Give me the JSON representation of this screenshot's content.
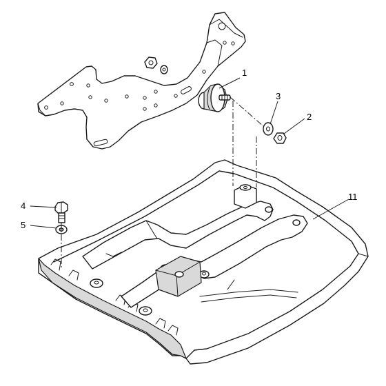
{
  "callouts": [
    {
      "id": "1",
      "label": "1"
    },
    {
      "id": "2",
      "label": "2"
    },
    {
      "id": "3",
      "label": "3"
    },
    {
      "id": "4",
      "label": "4"
    },
    {
      "id": "5",
      "label": "5"
    },
    {
      "id": "11",
      "label": "11"
    }
  ]
}
